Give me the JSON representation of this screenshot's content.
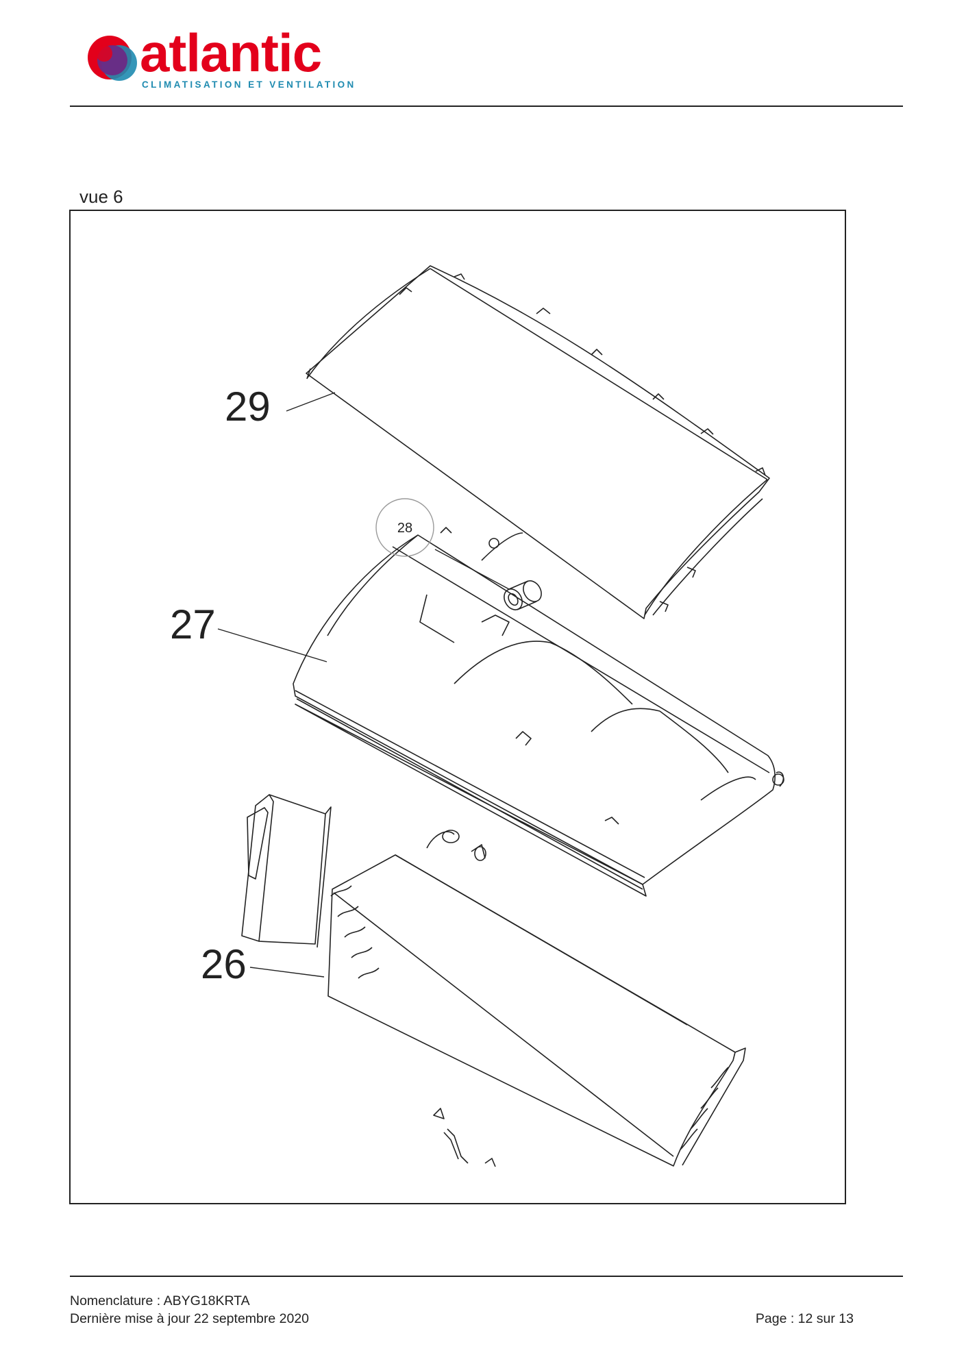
{
  "header": {
    "brand_name": "atlantic",
    "brand_tagline": "CLIMATISATION ET VENTILATION",
    "colors": {
      "red": "#e3001b",
      "purple": "#6b2a85",
      "blue": "#1f8bb0"
    }
  },
  "view": {
    "label": "vue 6"
  },
  "diagram": {
    "callouts": [
      {
        "id": "29",
        "label": "29"
      },
      {
        "id": "28",
        "label": "28"
      },
      {
        "id": "27",
        "label": "27"
      },
      {
        "id": "26",
        "label": "26"
      }
    ]
  },
  "footer": {
    "nomenclature": "Nomenclature : ABYG18KRTA",
    "last_update": "Dernière mise à jour 22 septembre 2020",
    "page": "Page : 12 sur 13"
  }
}
